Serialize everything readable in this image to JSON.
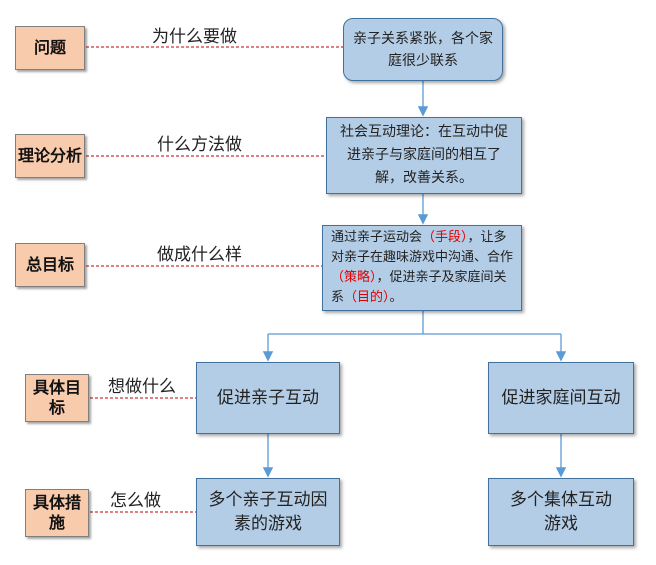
{
  "rows": [
    {
      "label": "问题",
      "question": "为什么要做"
    },
    {
      "label": "理论分析",
      "question": "什么方法做"
    },
    {
      "label": "总目标",
      "question": "做成什么样"
    },
    {
      "label": "具体目标",
      "question": "想做什么"
    },
    {
      "label": "具体措施",
      "question": "怎么做"
    }
  ],
  "boxes": {
    "problem": "亲子关系紧张，各个家庭很少联系",
    "theory": "社会互动理论：在互动中促进亲子与家庭间的相互了解，改善关系。",
    "goal": {
      "p1": "通过亲子运动会",
      "p2": "（手段）",
      "p3": "，让多对亲子在趣味游戏中沟通、合作",
      "p4": "（策略）",
      "p5": "，促进亲子及家庭间关系",
      "p6": "（目的）",
      "p7": "。"
    },
    "specific_left": "促进亲子互动",
    "specific_right": "促进家庭间互动",
    "measure_left": "多个亲子互动因素的游戏",
    "measure_right": "多个集体互动游戏"
  },
  "colors": {
    "label_fill": "#f8cbad",
    "box_fill": "#b4cde6",
    "box_border": "#41719c",
    "connector": "#5b9bd5",
    "dashed": "#c00000",
    "emphasis": "#e00000"
  }
}
